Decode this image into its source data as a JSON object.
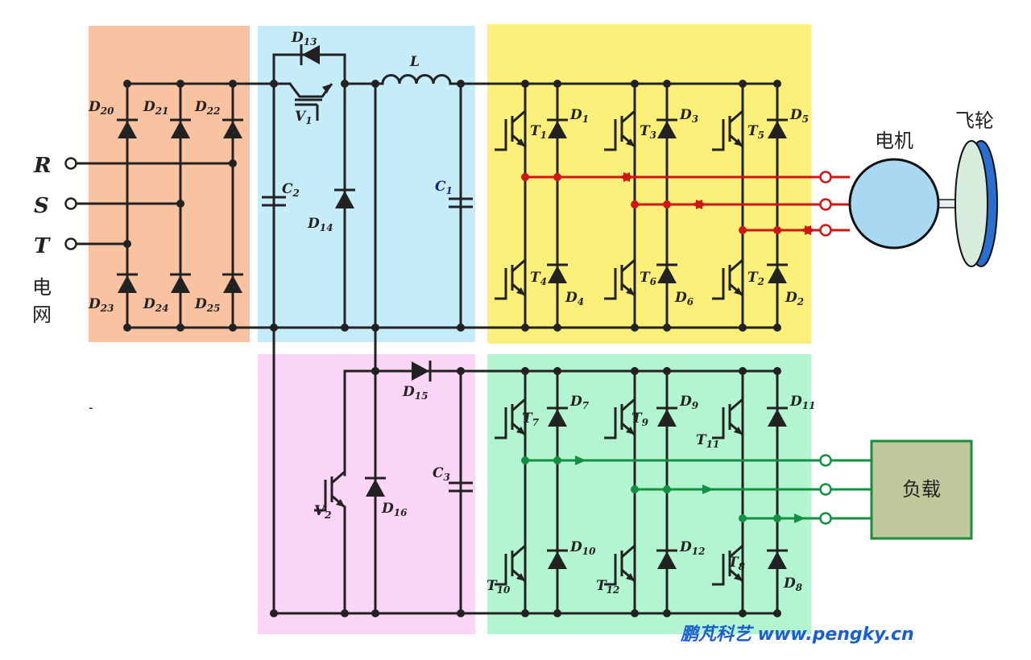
{
  "diagram": {
    "colors": {
      "rectifier_bg": "#f9c3a1",
      "boost_bg": "#c6ecf9",
      "motor_inverter_bg": "#fdf07a",
      "buck_bg": "#fbd5f5",
      "load_inverter_bg": "#b3f5d0",
      "wire": "#222222",
      "motor_phase": "#d01515",
      "load_phase": "#139043",
      "motor_fill": "#a9d8f3",
      "flywheel_fill": "#d7ecdd",
      "load_fill": "#bfc89a",
      "load_border": "#1d8a3d",
      "watermark": "#1a5fd0"
    },
    "grid": {
      "phases": [
        "R",
        "S",
        "T"
      ],
      "label": "电网"
    },
    "rectifier": {
      "upper_diodes": [
        {
          "main": "D",
          "sub": "20"
        },
        {
          "main": "D",
          "sub": "21"
        },
        {
          "main": "D",
          "sub": "22"
        }
      ],
      "lower_diodes": [
        {
          "main": "D",
          "sub": "23"
        },
        {
          "main": "D",
          "sub": "24"
        },
        {
          "main": "D",
          "sub": "25"
        }
      ]
    },
    "boost": {
      "d13": {
        "main": "D",
        "sub": "13"
      },
      "v1": {
        "main": "V",
        "sub": "1"
      },
      "c2": {
        "main": "C",
        "sub": "2"
      },
      "d14": {
        "main": "D",
        "sub": "14"
      },
      "l": {
        "main": "L",
        "sub": ""
      },
      "c1": {
        "main": "C",
        "sub": "1"
      }
    },
    "motor_inverter": {
      "upper": [
        {
          "t": {
            "main": "T",
            "sub": "1"
          },
          "d": {
            "main": "D",
            "sub": "1"
          }
        },
        {
          "t": {
            "main": "T",
            "sub": "3"
          },
          "d": {
            "main": "D",
            "sub": "3"
          }
        },
        {
          "t": {
            "main": "T",
            "sub": "5"
          },
          "d": {
            "main": "D",
            "sub": "5"
          }
        }
      ],
      "lower": [
        {
          "t": {
            "main": "T",
            "sub": "4"
          },
          "d": {
            "main": "D",
            "sub": "4"
          }
        },
        {
          "t": {
            "main": "T",
            "sub": "6"
          },
          "d": {
            "main": "D",
            "sub": "6"
          }
        },
        {
          "t": {
            "main": "T",
            "sub": "2"
          },
          "d": {
            "main": "D",
            "sub": "2"
          }
        }
      ]
    },
    "motor_label": "电机",
    "flywheel_label": "飞轮",
    "buck": {
      "d15": {
        "main": "D",
        "sub": "15"
      },
      "v2": {
        "main": "V",
        "sub": "2"
      },
      "d16": {
        "main": "D",
        "sub": "16"
      },
      "c3": {
        "main": "C",
        "sub": "3"
      }
    },
    "load_inverter": {
      "upper": [
        {
          "t": {
            "main": "T",
            "sub": "7"
          },
          "d": {
            "main": "D",
            "sub": "7"
          }
        },
        {
          "t": {
            "main": "T",
            "sub": "9"
          },
          "d": {
            "main": "D",
            "sub": "9"
          }
        },
        {
          "t": {
            "main": "T",
            "sub": "11"
          },
          "d": {
            "main": "D",
            "sub": "11"
          }
        }
      ],
      "lower": [
        {
          "t": {
            "main": "T",
            "sub": "10"
          },
          "d": {
            "main": "D",
            "sub": "10"
          }
        },
        {
          "t": {
            "main": "T",
            "sub": "12"
          },
          "d": {
            "main": "D",
            "sub": "12"
          }
        },
        {
          "t": {
            "main": "T",
            "sub": "8"
          },
          "d": {
            "main": "D",
            "sub": "8"
          }
        }
      ]
    },
    "load_label": "负载",
    "watermark": "鹏芃科艺 www.pengky.cn",
    "stray_mark": "-"
  }
}
